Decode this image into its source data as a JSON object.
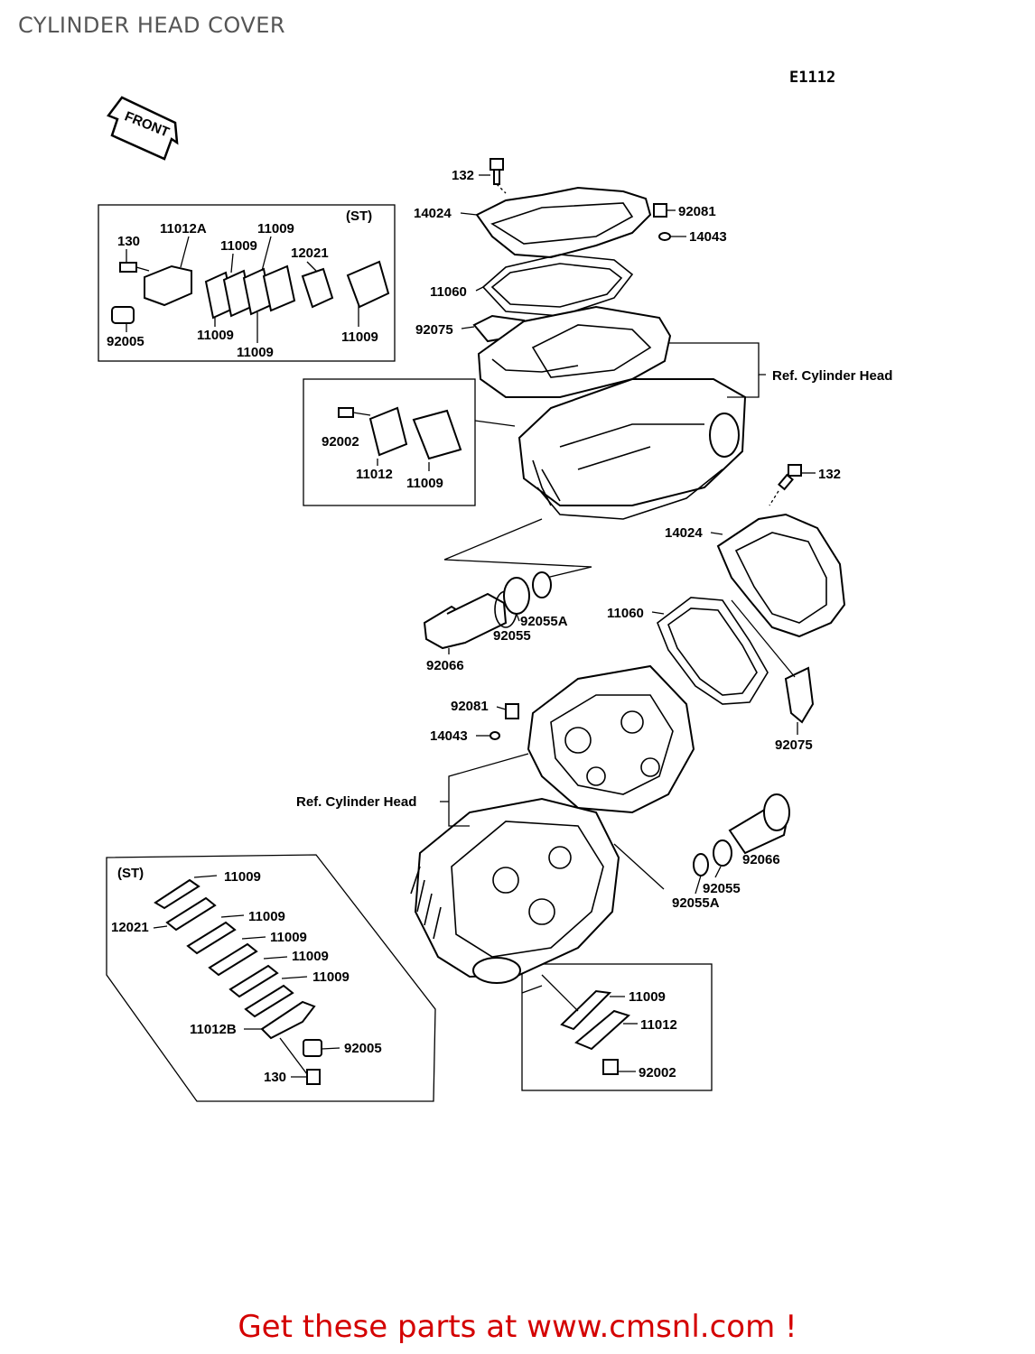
{
  "header": {
    "title": "CYLINDER HEAD COVER",
    "diagram_code": "E1112"
  },
  "front_arrow": {
    "label": "FRONT"
  },
  "callouts": {
    "c1": "132",
    "c2": "92081",
    "c3": "14024",
    "c4": "14043",
    "c5": "11060",
    "c6": "92075",
    "c7": "Ref. Cylinder Head",
    "c8": "132",
    "c9": "14024",
    "c10": "11060",
    "c11": "92055A",
    "c12": "92055",
    "c13": "92066",
    "c14": "92081",
    "c15": "14043",
    "c16": "92075",
    "c17": "Ref. Cylinder Head",
    "c18": "92066",
    "c19": "92055",
    "c20": "92055A",
    "c21": "11009",
    "c22": "11012",
    "c23": "92002"
  },
  "insets": {
    "top_left": {
      "tag": "(ST)",
      "labels": [
        "130",
        "11012A",
        "11009",
        "11009",
        "12021",
        "92005",
        "11009",
        "11009",
        "11009"
      ]
    },
    "middle": {
      "labels": [
        "92002",
        "11012",
        "11009"
      ]
    },
    "bottom_left": {
      "tag": "(ST)",
      "labels": [
        "11009",
        "12021",
        "11009",
        "11009",
        "11009",
        "11009",
        "11012B",
        "92005",
        "130"
      ]
    }
  },
  "footer": {
    "text": "Get these parts at www.cmsnl.com !"
  },
  "colors": {
    "footer": "#d40000",
    "title": "#555555",
    "lines": "#000000"
  }
}
